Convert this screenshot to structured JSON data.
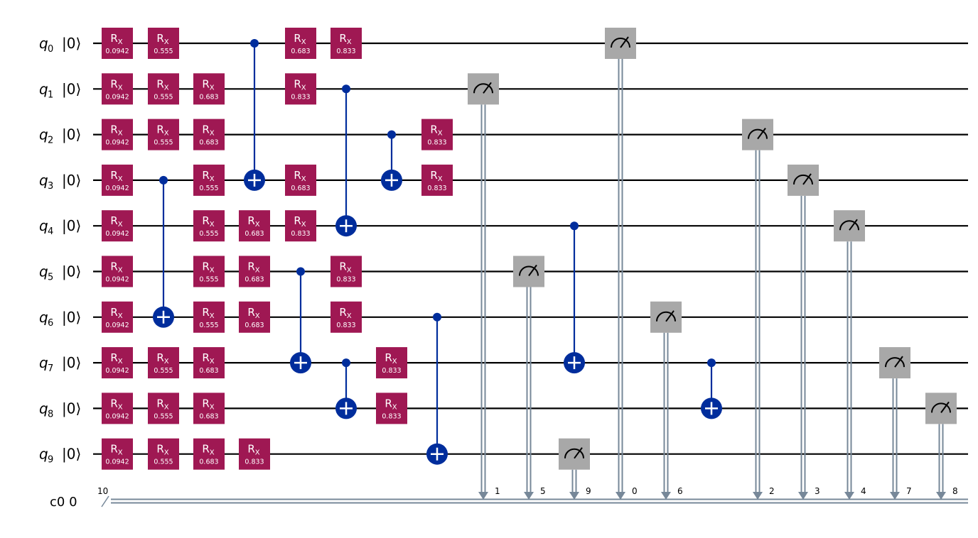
{
  "qubits": [
    {
      "name": "q",
      "index": "0",
      "ket": "|0⟩"
    },
    {
      "name": "q",
      "index": "1",
      "ket": "|0⟩"
    },
    {
      "name": "q",
      "index": "2",
      "ket": "|0⟩"
    },
    {
      "name": "q",
      "index": "3",
      "ket": "|0⟩"
    },
    {
      "name": "q",
      "index": "4",
      "ket": "|0⟩"
    },
    {
      "name": "q",
      "index": "5",
      "ket": "|0⟩"
    },
    {
      "name": "q",
      "index": "6",
      "ket": "|0⟩"
    },
    {
      "name": "q",
      "index": "7",
      "ket": "|0⟩"
    },
    {
      "name": "q",
      "index": "8",
      "ket": "|0⟩"
    },
    {
      "name": "q",
      "index": "9",
      "ket": "|0⟩"
    }
  ],
  "classical_register": {
    "label": "c0 0",
    "width": "10"
  },
  "gate_symbol": {
    "main": "R",
    "sub": "X"
  },
  "rx_gates": [
    {
      "qubit": 0,
      "col": 0,
      "param": "0.0942"
    },
    {
      "qubit": 1,
      "col": 0,
      "param": "0.0942"
    },
    {
      "qubit": 2,
      "col": 0,
      "param": "0.0942"
    },
    {
      "qubit": 3,
      "col": 0,
      "param": "0.0942"
    },
    {
      "qubit": 4,
      "col": 0,
      "param": "0.0942"
    },
    {
      "qubit": 5,
      "col": 0,
      "param": "0.0942"
    },
    {
      "qubit": 6,
      "col": 0,
      "param": "0.0942"
    },
    {
      "qubit": 7,
      "col": 0,
      "param": "0.0942"
    },
    {
      "qubit": 8,
      "col": 0,
      "param": "0.0942"
    },
    {
      "qubit": 9,
      "col": 0,
      "param": "0.0942"
    },
    {
      "qubit": 0,
      "col": 1,
      "param": "0.555"
    },
    {
      "qubit": 1,
      "col": 1,
      "param": "0.555"
    },
    {
      "qubit": 2,
      "col": 1,
      "param": "0.555"
    },
    {
      "qubit": 7,
      "col": 1,
      "param": "0.555"
    },
    {
      "qubit": 8,
      "col": 1,
      "param": "0.555"
    },
    {
      "qubit": 9,
      "col": 1,
      "param": "0.555"
    },
    {
      "qubit": 1,
      "col": 2,
      "param": "0.683"
    },
    {
      "qubit": 2,
      "col": 2,
      "param": "0.683"
    },
    {
      "qubit": 3,
      "col": 2,
      "param": "0.555"
    },
    {
      "qubit": 4,
      "col": 2,
      "param": "0.555"
    },
    {
      "qubit": 5,
      "col": 2,
      "param": "0.555"
    },
    {
      "qubit": 6,
      "col": 2,
      "param": "0.555"
    },
    {
      "qubit": 7,
      "col": 2,
      "param": "0.683"
    },
    {
      "qubit": 8,
      "col": 2,
      "param": "0.683"
    },
    {
      "qubit": 9,
      "col": 2,
      "param": "0.683"
    },
    {
      "qubit": 4,
      "col": 3,
      "param": "0.683"
    },
    {
      "qubit": 5,
      "col": 3,
      "param": "0.683"
    },
    {
      "qubit": 6,
      "col": 3,
      "param": "0.683"
    },
    {
      "qubit": 9,
      "col": 3,
      "param": "0.833"
    },
    {
      "qubit": 0,
      "col": 4,
      "param": "0.683"
    },
    {
      "qubit": 1,
      "col": 4,
      "param": "0.833"
    },
    {
      "qubit": 3,
      "col": 4,
      "param": "0.683"
    },
    {
      "qubit": 4,
      "col": 4,
      "param": "0.833"
    },
    {
      "qubit": 0,
      "col": 5,
      "param": "0.833"
    },
    {
      "qubit": 5,
      "col": 5,
      "param": "0.833"
    },
    {
      "qubit": 6,
      "col": 5,
      "param": "0.833"
    },
    {
      "qubit": 7,
      "col": 6,
      "param": "0.833"
    },
    {
      "qubit": 8,
      "col": 6,
      "param": "0.833"
    },
    {
      "qubit": 2,
      "col": 7,
      "param": "0.833"
    },
    {
      "qubit": 3,
      "col": 7,
      "param": "0.833"
    }
  ],
  "cnot_gates": [
    {
      "control": 3,
      "target": 6,
      "col": 1
    },
    {
      "control": 0,
      "target": 3,
      "col": 3
    },
    {
      "control": 5,
      "target": 7,
      "col": 4
    },
    {
      "control": 1,
      "target": 4,
      "col": 5
    },
    {
      "control": 7,
      "target": 8,
      "col": 5
    },
    {
      "control": 2,
      "target": 3,
      "col": 6
    },
    {
      "control": 6,
      "target": 9,
      "col": 7
    },
    {
      "control": 4,
      "target": 7,
      "col": 10
    },
    {
      "control": 7,
      "target": 8,
      "col": 13
    }
  ],
  "measurements": [
    {
      "qubit": 1,
      "col": 8,
      "bit": "1"
    },
    {
      "qubit": 5,
      "col": 9,
      "bit": "5"
    },
    {
      "qubit": 9,
      "col": 10,
      "bit": "9"
    },
    {
      "qubit": 0,
      "col": 11,
      "bit": "0"
    },
    {
      "qubit": 6,
      "col": 12,
      "bit": "6"
    },
    {
      "qubit": 2,
      "col": 14,
      "bit": "2"
    },
    {
      "qubit": 3,
      "col": 15,
      "bit": "3"
    },
    {
      "qubit": 4,
      "col": 16,
      "bit": "4"
    },
    {
      "qubit": 7,
      "col": 17,
      "bit": "7"
    },
    {
      "qubit": 8,
      "col": 18,
      "bit": "8"
    }
  ],
  "colors": {
    "rx_gate": "#9f1853",
    "cnot": "#002d9c",
    "measure_box": "#a8a8a8",
    "classical_wire": "#778899",
    "wire": "#000000"
  }
}
